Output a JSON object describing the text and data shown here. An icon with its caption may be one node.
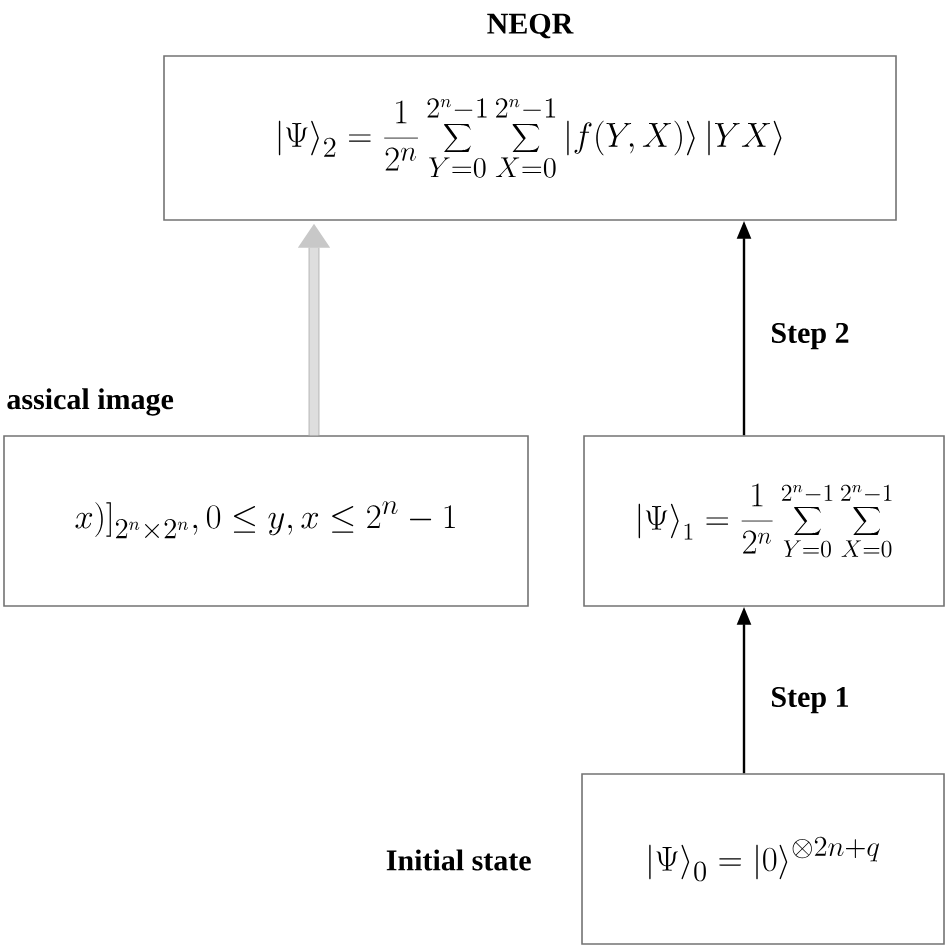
{
  "diagram": {
    "nodes": [
      {
        "text": [
          "NEQR",
          "\\left|\\Psi\\right\\rangle_2=\\frac{1}{2^n}\\sum_{Y=0}^{2^n-1}\\sum_{X=0}^{2^n-1}\\left|f(Y,X)\\right\\rangle\\left|YX\\right\\rangle"
        ]
      },
      {
        "text": [
          "assical image",
          "x)\\big]_{2^n\\times 2^n},0\\le y,x\\le 2^n-1"
        ]
      },
      {
        "text": [
          "\\left|\\Psi\\right\\rangle_1=\\frac{1}{2^n}\\sum_{Y=0}^{2^n-1}\\sum_{X=0}^{2^n-1}"
        ]
      },
      {
        "text": [
          "\\left|\\Psi\\right\\rangle_0=\\left|0\\right\\rangle^{\\otimes 2n+q}"
        ],
        "beside": [
          "Initial state"
        ]
      }
    ],
    "edges": [
      {
        "from": 1,
        "to": 0,
        "arrow": "to",
        "style": "thick",
        "color": "#c8c8c8"
      },
      {
        "from": 2,
        "to": 0,
        "arrow": "to",
        "label": "Step 2"
      },
      {
        "from": 3,
        "to": 2,
        "arrow": "to",
        "label": "Step 1"
      }
    ]
  }
}
